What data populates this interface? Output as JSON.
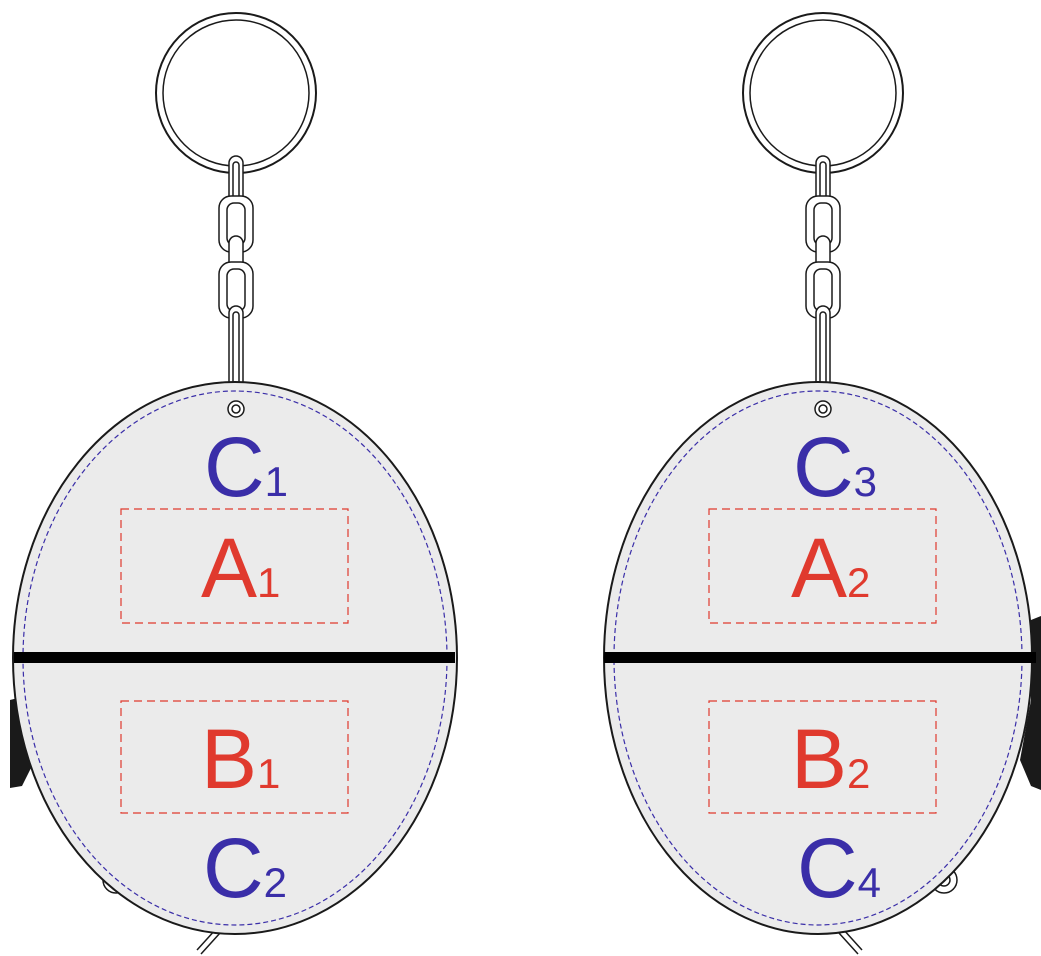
{
  "colors": {
    "background": "#ffffff",
    "body_fill": "#ebebeb",
    "outline": "#1a1a1a",
    "seam_dash": "#3a2ea8",
    "zone_dash": "#e03a2e",
    "label_c": "#3a2ea8",
    "label_ab": "#e03a2e",
    "divider": "#000000"
  },
  "keychains": [
    {
      "top_label": {
        "letter": "C",
        "sub": "1"
      },
      "upper_zone": {
        "letter": "A",
        "sub": "1"
      },
      "lower_zone": {
        "letter": "B",
        "sub": "1"
      },
      "bottom_label": {
        "letter": "C",
        "sub": "2"
      }
    },
    {
      "top_label": {
        "letter": "C",
        "sub": "3"
      },
      "upper_zone": {
        "letter": "A",
        "sub": "2"
      },
      "lower_zone": {
        "letter": "B",
        "sub": "2"
      },
      "bottom_label": {
        "letter": "C",
        "sub": "4"
      }
    }
  ]
}
